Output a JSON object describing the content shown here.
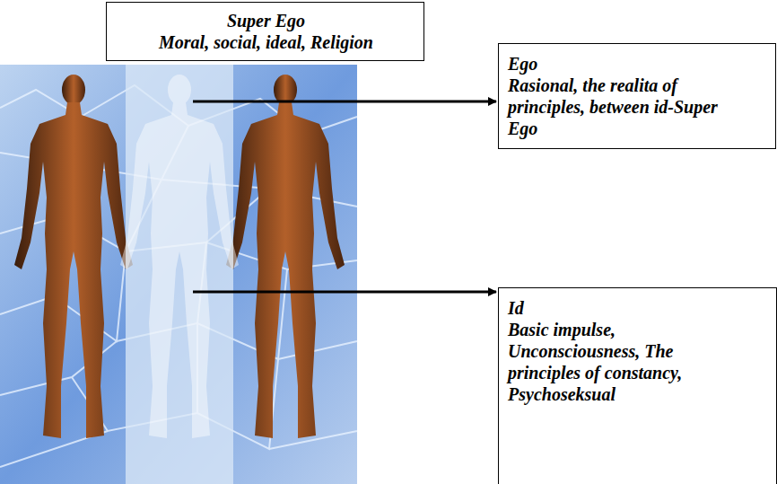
{
  "diagram": {
    "nodes": [
      {
        "text": [
          "Super Ego",
          "Moral, social, ideal, Religion"
        ]
      },
      {
        "text": [
          "Ego",
          "Rasional, the realita of principles, between id-Super Ego"
        ]
      },
      {
        "text": [
          "Id",
          "Basic impulse, Unconsciousness, The principles of constancy, Psychoseksual"
        ]
      }
    ]
  }
}
